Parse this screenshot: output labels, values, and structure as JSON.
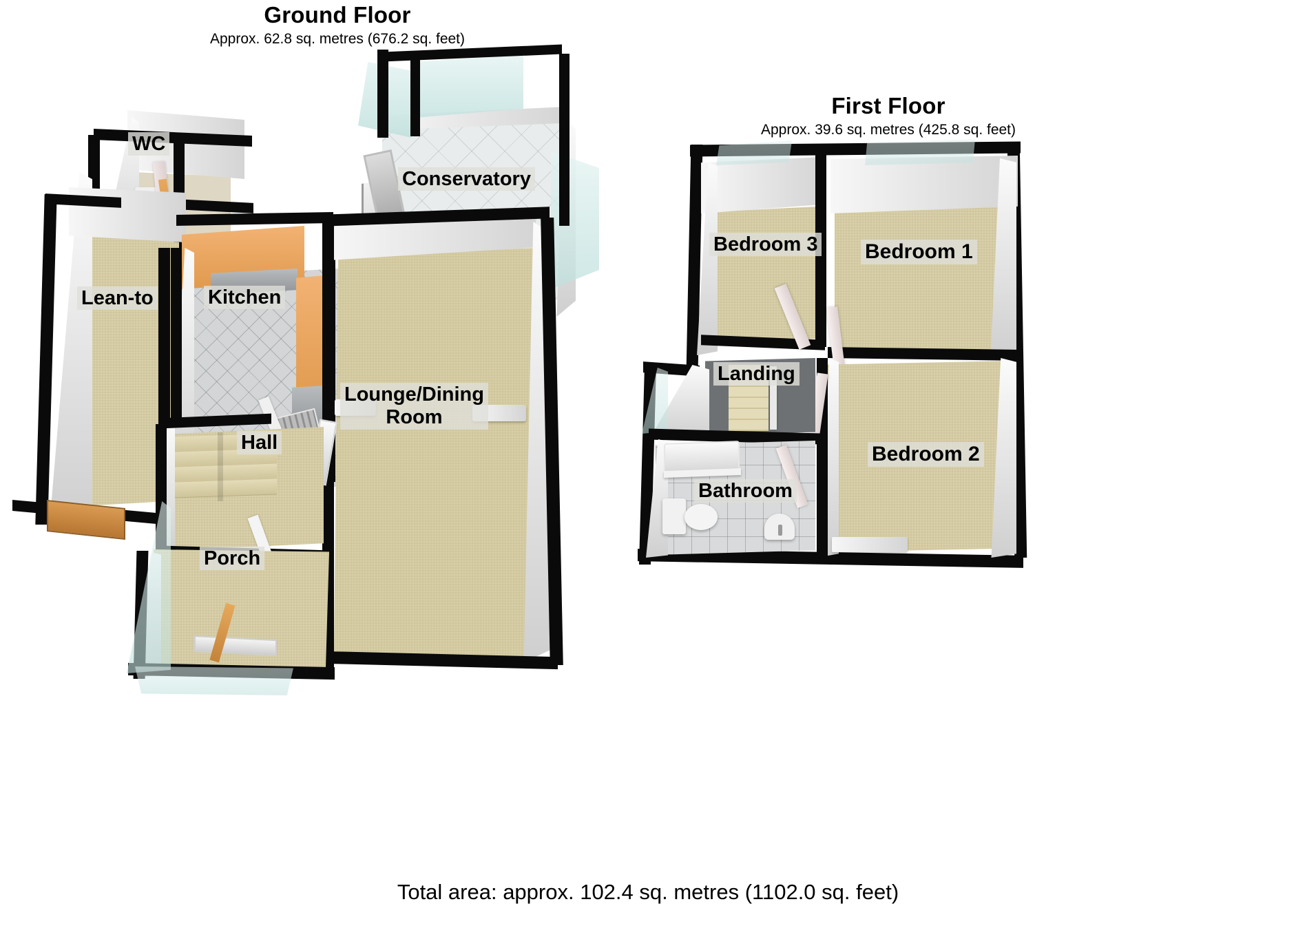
{
  "document": {
    "type": "floorplan",
    "total_area": "Total area: approx. 102.4 sq. metres (1102.0 sq. feet)"
  },
  "floors": [
    {
      "id": "ground",
      "title": "Ground Floor",
      "subtitle": "Approx. 62.8 sq. metres (676.2 sq. feet)",
      "area_metric": "62.8 sq. metres",
      "area_imperial": "676.2 sq. feet",
      "rooms": [
        {
          "name": "WC",
          "label": "WC"
        },
        {
          "name": "Conservatory",
          "label": "Conservatory"
        },
        {
          "name": "Lean-to",
          "label": "Lean-to"
        },
        {
          "name": "Kitchen",
          "label": "Kitchen"
        },
        {
          "name": "Lounge/Dining Room",
          "label": "Lounge/Dining\nRoom",
          "label_line1": "Lounge/Dining",
          "label_line2": "Room"
        },
        {
          "name": "Hall",
          "label": "Hall"
        },
        {
          "name": "Porch",
          "label": "Porch"
        }
      ]
    },
    {
      "id": "first",
      "title": "First Floor",
      "subtitle": "Approx. 39.6 sq. metres (425.8 sq. feet)",
      "area_metric": "39.6 sq. metres",
      "area_imperial": "425.8 sq. feet",
      "rooms": [
        {
          "name": "Bedroom 3",
          "label": "Bedroom 3"
        },
        {
          "name": "Bedroom 1",
          "label": "Bedroom 1"
        },
        {
          "name": "Landing",
          "label": "Landing"
        },
        {
          "name": "Bedroom 2",
          "label": "Bedroom 2"
        },
        {
          "name": "Bathroom",
          "label": "Bathroom"
        }
      ]
    }
  ],
  "colors": {
    "wall": "#0a0a0a",
    "wall_face": "#e8e8e8",
    "carpet": "#d8cfa6",
    "tile_grey": "#d9dadb",
    "kitchen_unit": "#e8a85f",
    "glass": "#cfe8e5",
    "label_bg": "#dedeDA",
    "text": "#000000",
    "background": "#ffffff"
  },
  "fixtures": {
    "wc": [
      "toilet",
      "cistern"
    ],
    "bathroom": [
      "toilet",
      "cistern",
      "wash-basin",
      "bath"
    ],
    "kitchen": [
      "wall-units",
      "base-units",
      "worktop"
    ],
    "hall": [
      "staircase"
    ],
    "landing": [
      "staircase"
    ],
    "doors": [
      "porch-front-door",
      "lean-to-door",
      "bedroom-1-door",
      "bedroom-2-door",
      "bedroom-3-door",
      "bathroom-door",
      "hall-door",
      "kitchen-door",
      "conservatory-door"
    ]
  }
}
